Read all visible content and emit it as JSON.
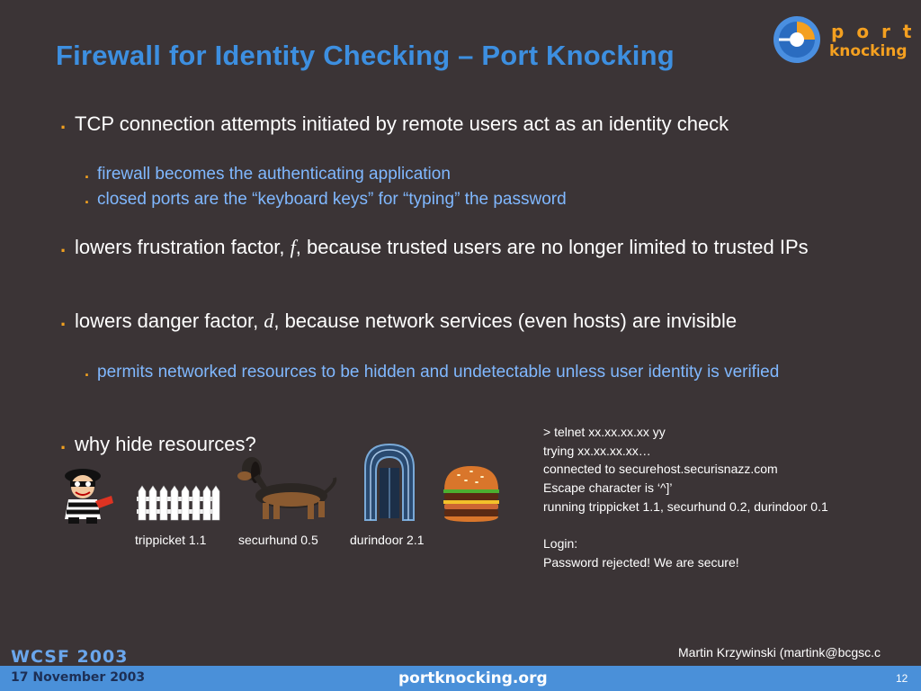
{
  "title": "Firewall for Identity Checking – Port Knocking",
  "logo": {
    "text_top": "port",
    "text_bottom": "knocking"
  },
  "bullets": [
    {
      "text": "TCP connection attempts initiated by remote users act as an identity check",
      "subs": [
        "firewall becomes the authenticating application",
        "closed ports are the “keyboard keys” for “typing” the password"
      ]
    },
    {
      "pre": "lowers frustration factor, ",
      "var": "f",
      "post": ", because trusted users are no longer limited to trusted IPs"
    },
    {
      "pre": "lowers danger factor, ",
      "var": "d",
      "post": ", because network services (even hosts) are invisible",
      "subs": [
        "permits networked resources to be hidden and undetectable unless user identity is verified"
      ]
    },
    {
      "text": "why hide resources?"
    }
  ],
  "console": [
    "> telnet xx.xx.xx.xx yy",
    "trying xx.xx.xx.xx…",
    "connected to securehost.securisnazz.com",
    "Escape character is ‘^]’",
    "running trippicket 1.1, securhund 0.2, durindoor 0.1",
    "",
    "Login:",
    "Password rejected! We are secure!"
  ],
  "captions": {
    "trippicket": "trippicket 1.1",
    "securhund": "securhund 0.5",
    "durindoor": "durindoor 2.1"
  },
  "footer": {
    "event": "WCSF 2003",
    "date": "17 November 2003",
    "site": "portknocking.org",
    "author": "Martin Krzywinski (martink@bcgsc.c",
    "page": "12"
  },
  "colors": {
    "background": "#3b3436",
    "title": "#3d8fe0",
    "bullet_dot": "#f0a020",
    "sub_text": "#80b8ff",
    "footer_band": "#4a90d9"
  }
}
